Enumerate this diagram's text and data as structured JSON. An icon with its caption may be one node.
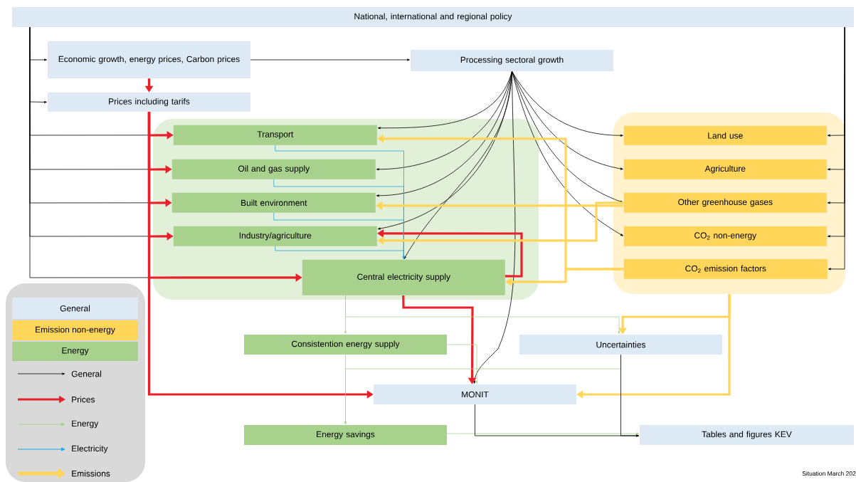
{
  "diagram": {
    "nodes": [
      {
        "text": [
          "National, international and regional policy"
        ]
      },
      {
        "text": [
          "Economic growth, energy prices, Carbon prices"
        ]
      },
      {
        "text": [
          "Processing sectoral growth"
        ]
      },
      {
        "text": [
          "Prices including tarifs"
        ]
      },
      {
        "text": [],
        "shape": "box"
      },
      {
        "text": [
          "Transport"
        ],
        "in": 4
      },
      {
        "text": [
          "Oil and gas supply"
        ],
        "in": 4
      },
      {
        "text": [
          "Built environment"
        ],
        "in": 4
      },
      {
        "text": [
          "Industry/agriculture"
        ],
        "in": 4
      },
      {
        "text": [
          "Central electricity supply"
        ],
        "in": 4
      },
      {
        "text": [],
        "shape": "box"
      },
      {
        "text": [
          "Land use"
        ],
        "in": 10
      },
      {
        "text": [
          "Agriculture"
        ],
        "in": 10
      },
      {
        "text": [
          "Other greenhouse  gases"
        ],
        "in": 10
      },
      {
        "text": [
          "CO$_{2}$ non-energy"
        ],
        "in": 10
      },
      {
        "text": [
          "CO$_{2}$ emission factors"
        ],
        "in": 10
      },
      {
        "text": [
          "Consistention energy supply"
        ]
      },
      {
        "text": [
          "Uncertainties"
        ]
      },
      {
        "text": [
          "MONIT"
        ]
      },
      {
        "text": [
          "Energy savings"
        ]
      },
      {
        "text": [
          "Tables and figures KEV"
        ]
      }
    ],
    "edges": [
      {
        "from": 0,
        "to": 1,
        "arrow": "to"
      },
      {
        "from": 0,
        "to": 3,
        "arrow": "to"
      },
      {
        "from": 0,
        "to": 5,
        "arrow": "to"
      },
      {
        "from": 0,
        "to": 6,
        "arrow": "to"
      },
      {
        "from": 0,
        "to": 7,
        "arrow": "to"
      },
      {
        "from": 0,
        "to": 8,
        "arrow": "to"
      },
      {
        "from": 0,
        "to": 9,
        "arrow": "to"
      },
      {
        "from": 0,
        "to": 11,
        "arrow": "to"
      },
      {
        "from": 0,
        "to": 12,
        "arrow": "to"
      },
      {
        "from": 0,
        "to": 13,
        "arrow": "to"
      },
      {
        "from": 0,
        "to": 14,
        "arrow": "to"
      },
      {
        "from": 0,
        "to": 15,
        "arrow": "to"
      },
      {
        "from": 1,
        "to": 2,
        "arrow": "to"
      },
      {
        "from": 1,
        "to": 3,
        "arrow": "to",
        "style": "thick",
        "color": "#e8202a"
      },
      {
        "from": 2,
        "to": 5,
        "arrow": "to"
      },
      {
        "from": 2,
        "to": 6,
        "arrow": "to"
      },
      {
        "from": 2,
        "to": 7,
        "arrow": "to"
      },
      {
        "from": 2,
        "to": 8,
        "arrow": "to"
      },
      {
        "from": 2,
        "to": 9,
        "arrow": "to"
      },
      {
        "from": 2,
        "to": 18,
        "arrow": "to"
      },
      {
        "from": 2,
        "to": 11,
        "arrow": "to"
      },
      {
        "from": 2,
        "to": 12,
        "arrow": "to"
      },
      {
        "from": 2,
        "to": 13,
        "arrow": "to"
      },
      {
        "from": 2,
        "to": 14,
        "arrow": "to"
      },
      {
        "from": 3,
        "to": 5,
        "arrow": "to",
        "style": "thick",
        "color": "#e8202a"
      },
      {
        "from": 3,
        "to": 6,
        "arrow": "to",
        "style": "thick",
        "color": "#e8202a"
      },
      {
        "from": 3,
        "to": 7,
        "arrow": "to",
        "style": "thick",
        "color": "#e8202a"
      },
      {
        "from": 3,
        "to": 8,
        "arrow": "to",
        "style": "thick",
        "color": "#e8202a"
      },
      {
        "from": 3,
        "to": 9,
        "arrow": "to",
        "style": "thick",
        "color": "#e8202a"
      },
      {
        "from": 3,
        "to": 18,
        "arrow": "to",
        "style": "thick",
        "color": "#e8202a"
      },
      {
        "from": 9,
        "to": 8,
        "arrow": "to",
        "style": "thick",
        "color": "#e8202a"
      },
      {
        "from": 9,
        "to": 18,
        "arrow": "to",
        "style": "thick",
        "color": "#e8202a"
      },
      {
        "from": 5,
        "to": 9,
        "arrow": "to",
        "color": "#1fa8e0"
      },
      {
        "from": 6,
        "to": 9,
        "arrow": "to",
        "color": "#1fa8e0"
      },
      {
        "from": 7,
        "to": 9,
        "arrow": "to",
        "color": "#1fa8e0"
      },
      {
        "from": 8,
        "to": 9,
        "arrow": "to",
        "color": "#1fa8e0"
      },
      {
        "from": 15,
        "to": 5,
        "arrow": "to",
        "style": "thick",
        "color": "#ffd55a"
      },
      {
        "from": 15,
        "to": 9,
        "arrow": "to",
        "style": "thick",
        "color": "#ffd55a"
      },
      {
        "from": 13,
        "to": 7,
        "arrow": "to",
        "style": "thick",
        "color": "#ffd55a"
      },
      {
        "from": 13,
        "to": 8,
        "arrow": "to",
        "style": "thick",
        "color": "#ffd55a"
      },
      {
        "from": 10,
        "to": 17,
        "arrow": "to",
        "style": "thick",
        "color": "#ffd55a"
      },
      {
        "from": 10,
        "to": 18,
        "arrow": "to",
        "style": "thick",
        "color": "#ffd55a"
      },
      {
        "from": 9,
        "to": 16,
        "arrow": "to",
        "color": "#a9d18e"
      },
      {
        "from": 9,
        "to": 17,
        "arrow": "to",
        "color": "#a9d18e"
      },
      {
        "from": 16,
        "to": 19,
        "arrow": "to",
        "color": "#a9d18e"
      },
      {
        "from": 16,
        "to": 18,
        "arrow": "to",
        "color": "#a9d18e"
      },
      {
        "from": 17,
        "to": 19,
        "arrow": "to",
        "color": "#a9d18e"
      },
      {
        "from": 19,
        "to": 20,
        "arrow": "to",
        "color": "#a9d18e"
      },
      {
        "from": 18,
        "to": 20,
        "arrow": "to"
      },
      {
        "from": 17,
        "to": 20,
        "arrow": "to"
      }
    ],
    "labels": [
      "Situation March 202"
    ],
    "legend": [
      {
        "text": "General",
        "color": "#dde9f5"
      },
      {
        "text": "Emission non-energy",
        "color": "#ffd55a"
      },
      {
        "text": "Energy",
        "color": "#a9d18e"
      },
      {
        "text": "General"
      },
      {
        "text": "Prices"
      },
      {
        "text": "Energy"
      },
      {
        "text": "Electricity"
      },
      {
        "text": "Emissions"
      }
    ]
  }
}
